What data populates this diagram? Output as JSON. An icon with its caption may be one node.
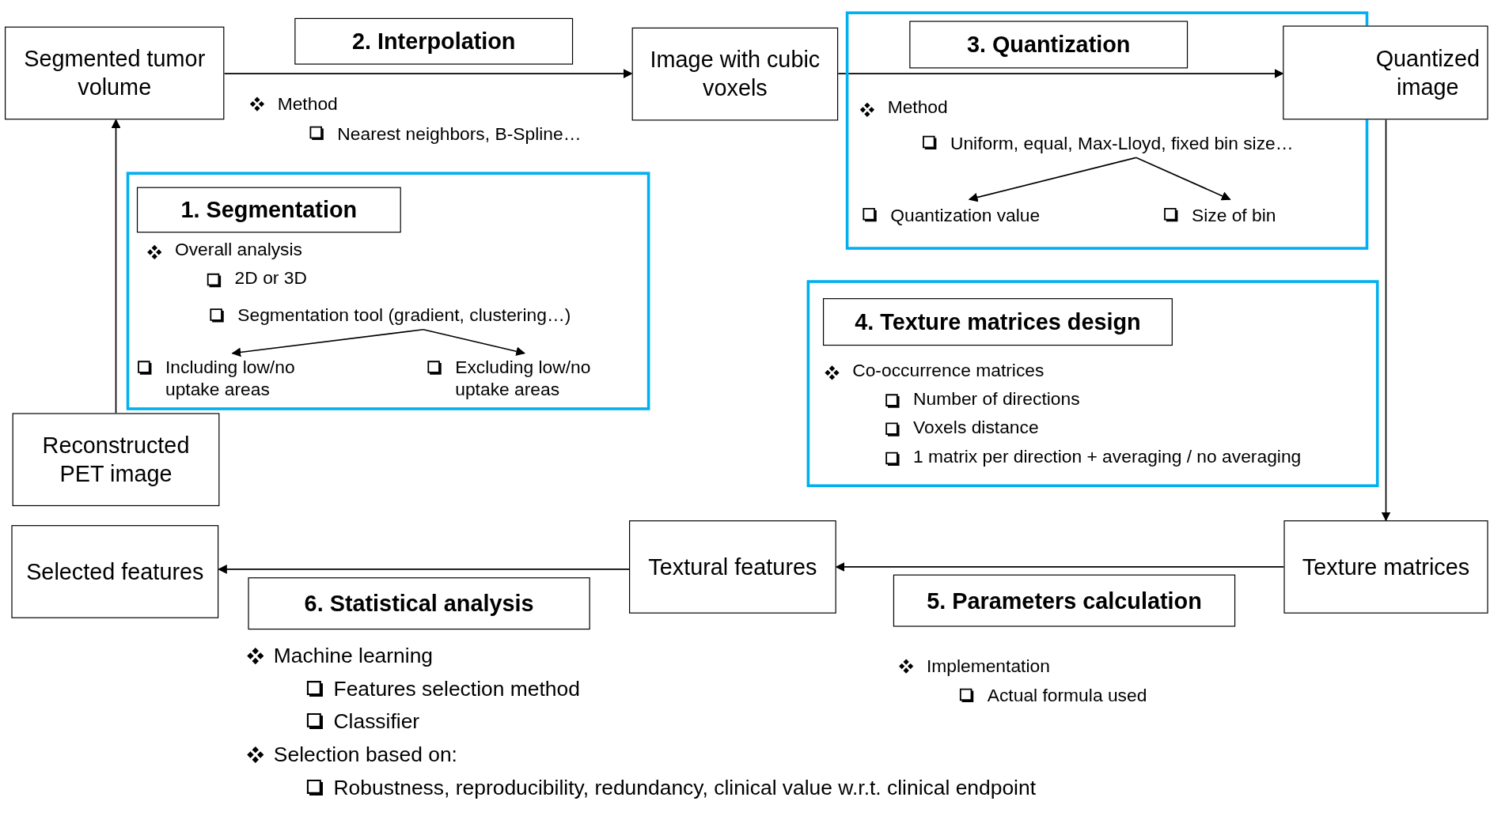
{
  "diagram": {
    "nodes": [
      {
        "text": [
          "Segmented tumor volume"
        ]
      },
      {
        "text": [
          "2. Interpolation"
        ]
      },
      {
        "text": [
          "Image with cubic voxels"
        ]
      },
      {
        "text": [
          "Method"
        ]
      },
      {
        "text": [
          "3. Quantization"
        ],
        "in": 3
      },
      {
        "text": [
          "Uniform, equal, Max-Lloyd, fixed bin size…"
        ],
        "in": 3
      },
      {
        "text": [
          "Quantization value"
        ],
        "in": 3
      },
      {
        "text": [
          "Size of bin"
        ],
        "in": 3
      },
      {
        "text": [
          "Quantized image"
        ]
      },
      {
        "text": [
          "Overall analysis",
          "2D or 3D"
        ]
      },
      {
        "text": [
          "1. Segmentation"
        ],
        "in": 9
      },
      {
        "text": [
          "Segmentation tool (gradient, clustering…)"
        ],
        "in": 9
      },
      {
        "text": [
          "Including low/no uptake areas"
        ],
        "in": 9
      },
      {
        "text": [
          "Excluding low/no uptake areas"
        ],
        "in": 9
      },
      {
        "text": [
          "Reconstructed PET image"
        ]
      },
      {
        "text": [
          "Co-occurrence matrices",
          "Number of directions",
          "Voxels distance",
          "1 matrix per direction + averaging / no averaging"
        ]
      },
      {
        "text": [
          "4. Texture matrices design"
        ],
        "in": 15
      },
      {
        "text": [
          "Selected features"
        ]
      },
      {
        "text": [
          "Textural features"
        ]
      },
      {
        "text": [
          "Texture matrices"
        ]
      },
      {
        "text": [
          "6. Statistical analysis"
        ]
      },
      {
        "text": [
          "5. Parameters calculation"
        ]
      }
    ],
    "edges": [
      {
        "from": 14,
        "to": 0,
        "arrow": "to"
      },
      {
        "from": 0,
        "to": 2,
        "arrow": "to"
      },
      {
        "from": 2,
        "to": 8,
        "arrow": "to"
      },
      {
        "from": 5,
        "to": 6,
        "arrow": "to"
      },
      {
        "from": 5,
        "to": 7,
        "arrow": "to"
      },
      {
        "from": 11,
        "to": 12,
        "arrow": "to"
      },
      {
        "from": 11,
        "to": 13,
        "arrow": "to"
      },
      {
        "from": 8,
        "to": 19,
        "arrow": "to"
      },
      {
        "from": 19,
        "to": 18,
        "arrow": "to"
      },
      {
        "from": 18,
        "to": 17,
        "arrow": "to"
      }
    ],
    "labels": [
      "Method",
      "Nearest neighbors, B-Spline…",
      "Machine learning",
      "Features selection method",
      "Classifier",
      "Selection based on:",
      "Robustness, reproducibility, redundancy, clinical value w.r.t. clinical endpoint",
      "Implementation",
      "Actual formula used"
    ]
  }
}
